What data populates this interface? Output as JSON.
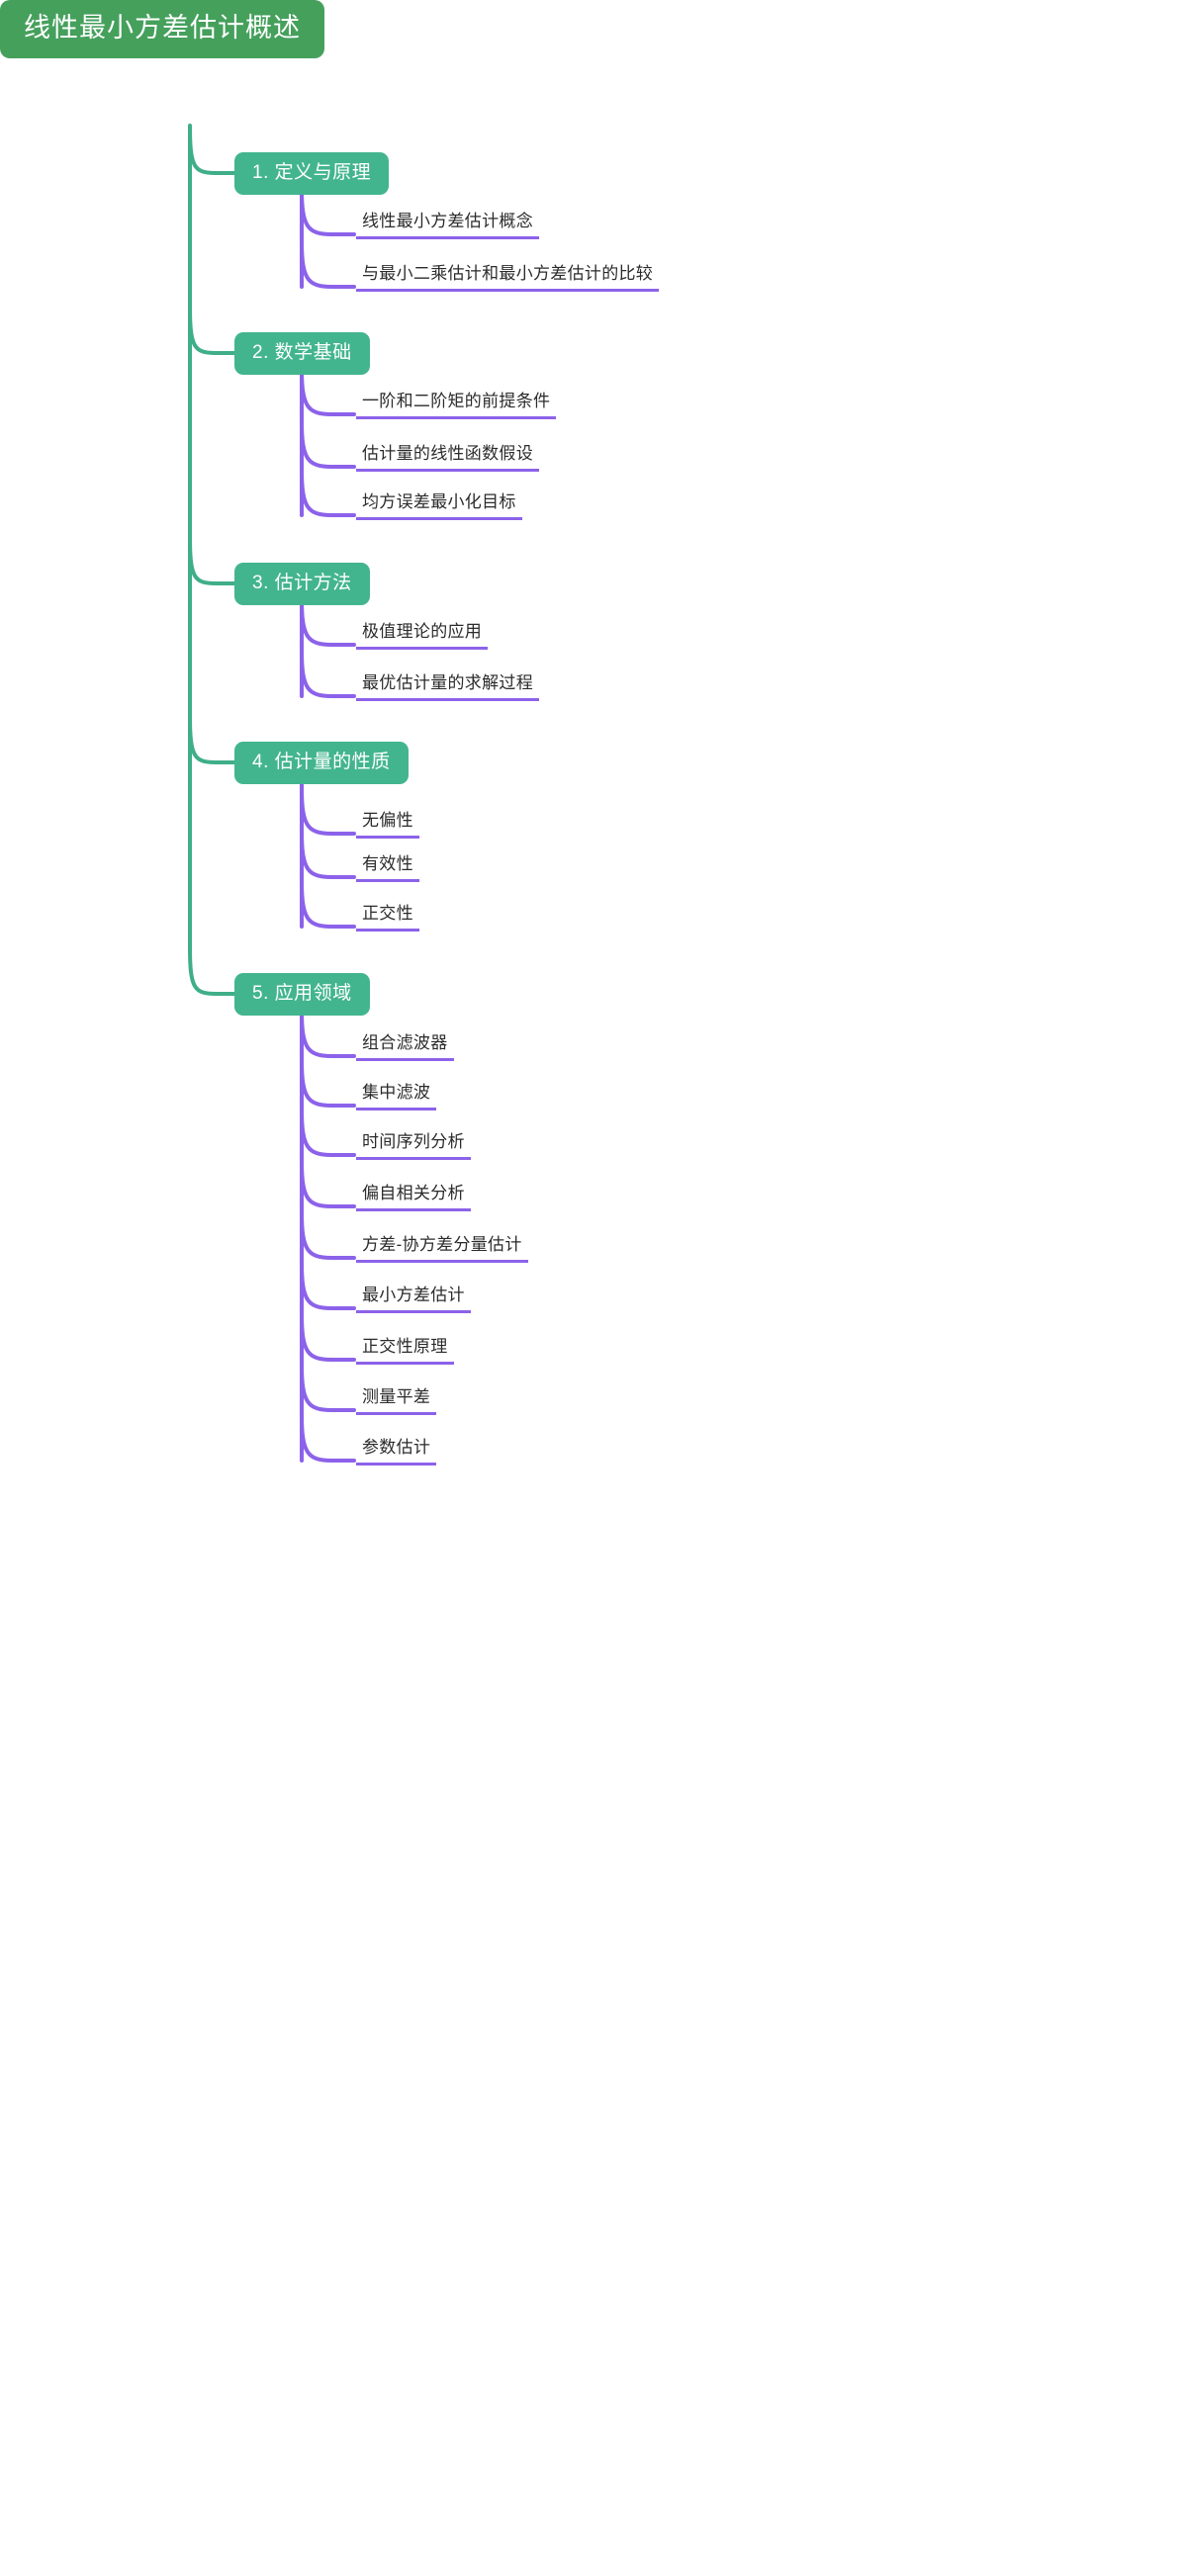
{
  "diagram": {
    "type": "mind-map",
    "colors": {
      "root_fill": "#45a05c",
      "branch_fill": "#43b58e",
      "branch_link": "#3fae89",
      "leaf_link": "#8c62ea",
      "leaf_text": "#2b2b2b",
      "node_text": "#ffffff",
      "background": "#ffffff"
    },
    "root": {
      "label": "线性最小方差估计概述"
    },
    "branches": [
      {
        "label": "1. 定义与原理",
        "children": [
          {
            "label": "线性最小方差估计概念"
          },
          {
            "label": "与最小二乘估计和最小方差估计的比较"
          }
        ]
      },
      {
        "label": "2. 数学基础",
        "children": [
          {
            "label": "一阶和二阶矩的前提条件"
          },
          {
            "label": "估计量的线性函数假设"
          },
          {
            "label": "均方误差最小化目标"
          }
        ]
      },
      {
        "label": "3. 估计方法",
        "children": [
          {
            "label": "极值理论的应用"
          },
          {
            "label": "最优估计量的求解过程"
          }
        ]
      },
      {
        "label": "4. 估计量的性质",
        "children": [
          {
            "label": "无偏性"
          },
          {
            "label": "有效性"
          },
          {
            "label": "正交性"
          }
        ]
      },
      {
        "label": "5. 应用领域",
        "children": [
          {
            "label": "组合滤波器"
          },
          {
            "label": "集中滤波"
          },
          {
            "label": "时间序列分析"
          },
          {
            "label": "偏自相关分析"
          },
          {
            "label": "方差-协方差分量估计"
          },
          {
            "label": "最小方差估计"
          },
          {
            "label": "正交性原理"
          },
          {
            "label": "测量平差"
          },
          {
            "label": "参数估计"
          }
        ]
      }
    ]
  }
}
